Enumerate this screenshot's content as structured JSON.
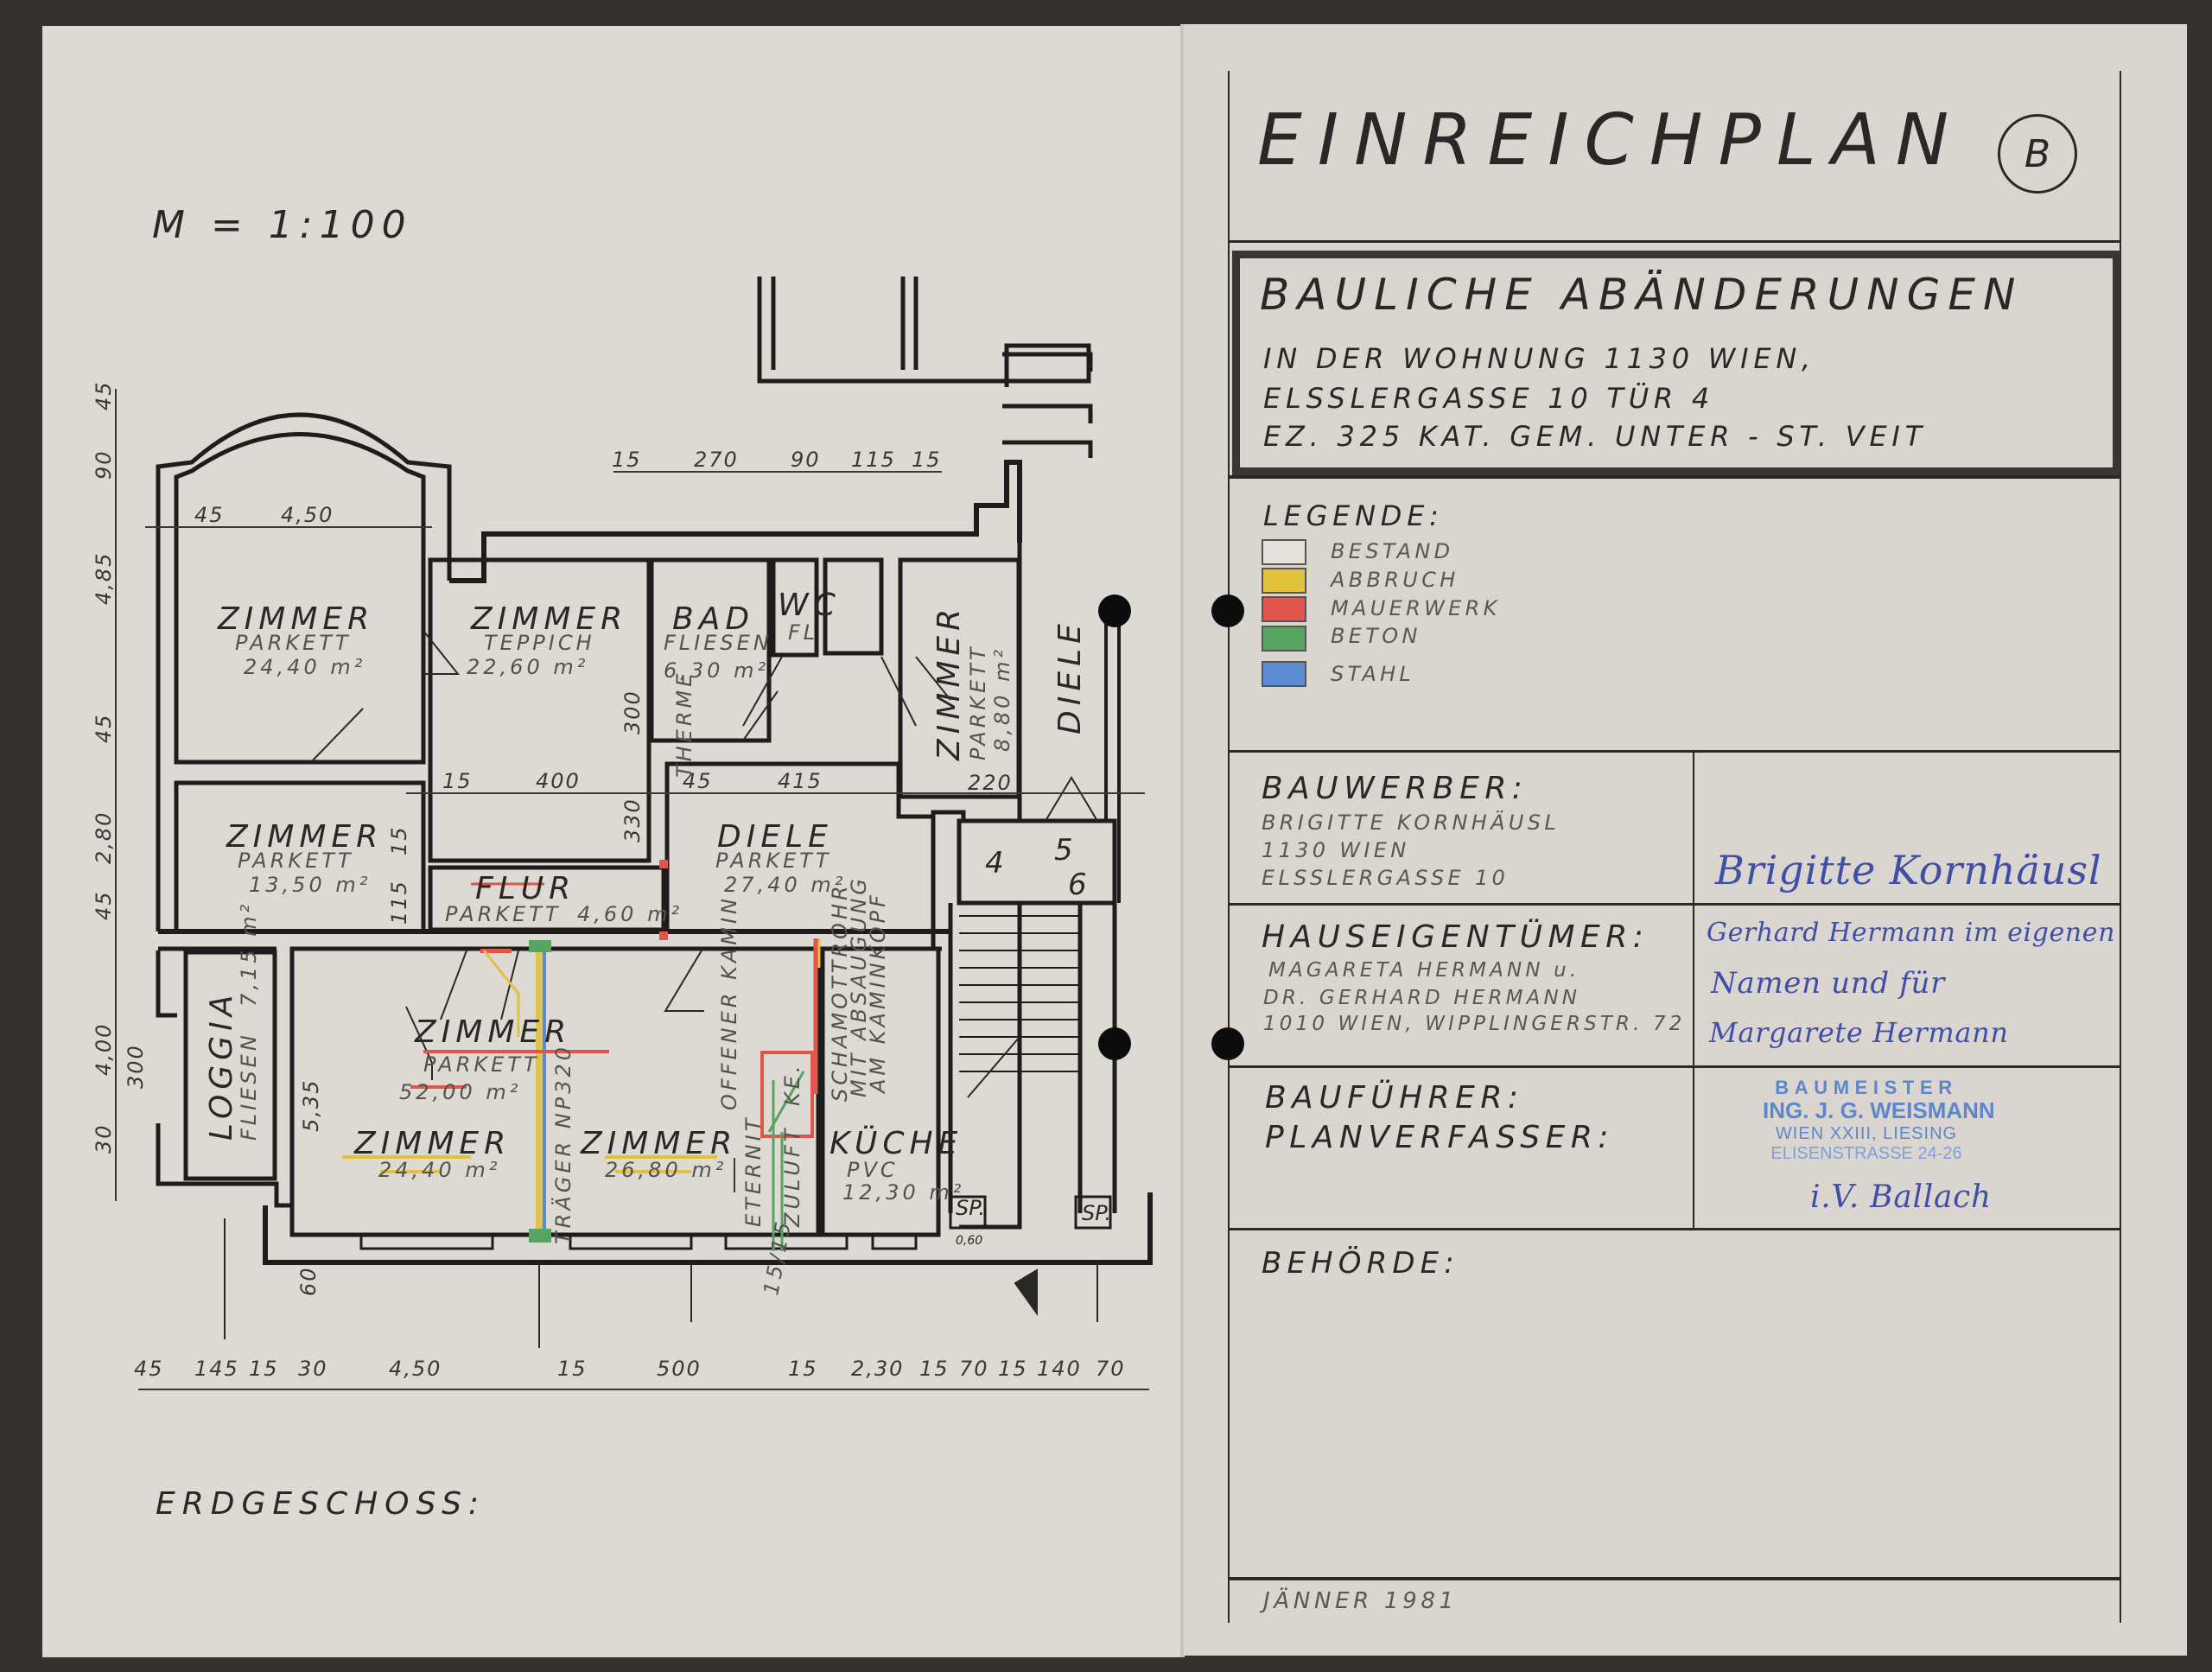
{
  "plan": {
    "scale": "M = 1:100",
    "floor_label": "ERDGESCHOSS:",
    "rooms": [
      {
        "name": "ZIMMER",
        "floor": "PARKETT",
        "area": "24,40 m²"
      },
      {
        "name": "ZIMMER",
        "floor": "TEPPICH",
        "area": "22,60 m²"
      },
      {
        "name": "BAD",
        "floor": "FLIESEN",
        "area": "6,30 m²"
      },
      {
        "name": "WC",
        "floor": "FL"
      },
      {
        "name": "ZIMMER",
        "floor": "PARKETT",
        "area": "8,80 m²"
      },
      {
        "name": "DIELE"
      },
      {
        "name": "ZIMMER",
        "floor": "PARKETT",
        "area": "13,50 m²"
      },
      {
        "name": "DIELE",
        "floor": "PARKETT",
        "area": "27,40 m²"
      },
      {
        "name": "FLUR",
        "floor": "PARKETT",
        "area": "4,60 m²"
      },
      {
        "name": "LOGGIA",
        "floor": "FLIESEN",
        "area": "7,15 m²"
      },
      {
        "name": "ZIMMER",
        "floor": "PARKETT",
        "area": "52,00 m²"
      },
      {
        "name": "ZIMMER",
        "area": "24,40 m²"
      },
      {
        "name": "ZIMMER",
        "area": "26,80 m²"
      },
      {
        "name": "KÜCHE",
        "floor": "PVC",
        "area": "12,30 m²"
      },
      {
        "name": "SP.",
        "area": "0,60"
      },
      {
        "name": "SP."
      }
    ],
    "annotations": {
      "therme": "THERME",
      "traeger": "TRÄGER NP320",
      "kamin": "OFFENER KAMIN",
      "eternit": "ETERNIT",
      "zuluft": "ZULUFT",
      "ke": "KE.",
      "schamott1": "SCHAMOTTROHR",
      "schamott2": "MIT ABSAUGUNG",
      "schamott3": "AM KAMINKOPF",
      "pipe": "15/15",
      "stair_4": "4",
      "stair_5": "5",
      "stair_6": "6"
    },
    "dims_top": [
      "15",
      "270",
      "90",
      "115",
      "15"
    ],
    "dims_bottom": [
      "45",
      "145",
      "15",
      "30",
      "4,50",
      "15",
      "500",
      "15",
      "2,30",
      "15",
      "70",
      "15",
      "140",
      "70"
    ],
    "dims_left": [
      "45",
      "90",
      "4,85",
      "45",
      "2,80",
      "45",
      "4,00",
      "300",
      "30"
    ],
    "dims_inner": [
      "45",
      "4,50",
      "15",
      "400",
      "300",
      "330",
      "45",
      "415",
      "220",
      "5,35",
      "60",
      "115",
      "15"
    ]
  },
  "title_block": {
    "title": "EINREICHPLAN",
    "plan_letter": "B",
    "project": {
      "heading": "BAULICHE ABÄNDERUNGEN",
      "line1": "IN DER WOHNUNG 1130 WIEN,",
      "line2": "ELSSLERGASSE 10 TÜR 4",
      "line3": "EZ. 325    KAT. GEM. UNTER - ST. VEIT"
    },
    "legend": {
      "heading": "LEGENDE:",
      "items": [
        {
          "label": "BESTAND",
          "color": "#e4e1db"
        },
        {
          "label": "ABBRUCH",
          "color": "#e2c13c"
        },
        {
          "label": "MAUERWERK",
          "color": "#e0564d"
        },
        {
          "label": "BETON",
          "color": "#57a45f"
        },
        {
          "label": "STAHL",
          "color": "#5b8bd0"
        }
      ]
    },
    "bauwerber": {
      "heading": "BAUWERBER:",
      "name": "BRIGITTE KORNHÄUSL",
      "city": "1130 WIEN",
      "street": "ELSSLERGASSE 10",
      "signature": "Brigitte Kornhäusl"
    },
    "eigentuemer": {
      "heading": "HAUSEIGENTÜMER:",
      "name1": "MAGARETA HERMANN u.",
      "name2": "DR. GERHARD HERMANN",
      "address": "1010 WIEN, WIPPLINGERSTR. 72",
      "signature1": "Gerhard Hermann im eigenen",
      "signature2": "Namen und für",
      "signature3": "Margarete Hermann"
    },
    "baufuehrer": {
      "heading1": "BAUFÜHRER:",
      "heading2": "PLANVERFASSER:",
      "stamp1": "BAUMEISTER",
      "stamp2": "ING. J. G. WEISMANN",
      "stamp3": "WIEN XXIII, LIESING",
      "stamp4": "ELISENSTRASSE 24-26",
      "signature": "i.V. Ballach"
    },
    "behoerde": {
      "heading": "BEHÖRDE:"
    },
    "date": "JÄNNER 1981"
  }
}
